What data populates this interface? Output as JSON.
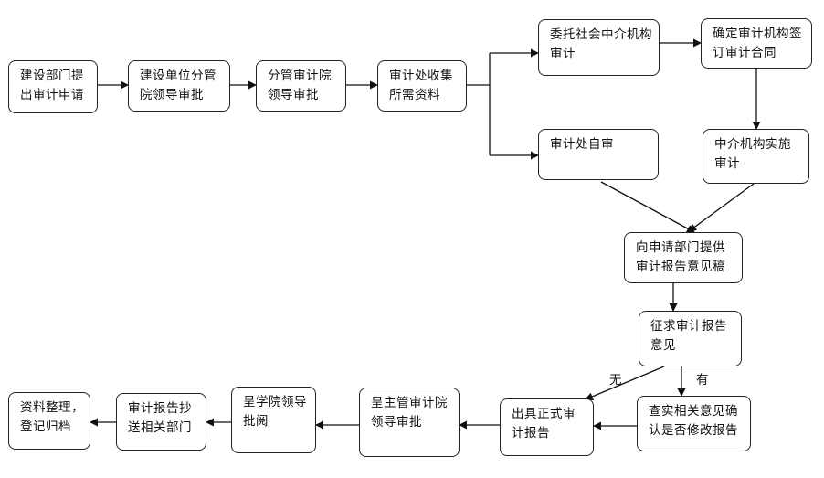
{
  "nodes": {
    "n1": "建设部门提出审计申请",
    "n2": "建设单位分管院领导审批",
    "n3": "分管审计院领导审批",
    "n4": "审计处收集所需资料",
    "n5": "委托社会中介机构审计",
    "n6": "确定审计机构签订审计合同",
    "n7": "审计处自审",
    "n8": "中介机构实施审计",
    "n9": "向申请部门提供审计报告意见稿",
    "n10": "征求审计报告意见",
    "n11": "查实相关意见确认是否修改报告",
    "n12": "出具正式审计报告",
    "n13": "呈主管审计院领导审批",
    "n14": "呈学院领导批阅",
    "n15": "审计报告抄送相关部门",
    "n16": "资料整理，登记归档"
  },
  "labels": {
    "no": "无",
    "yes": "有"
  }
}
